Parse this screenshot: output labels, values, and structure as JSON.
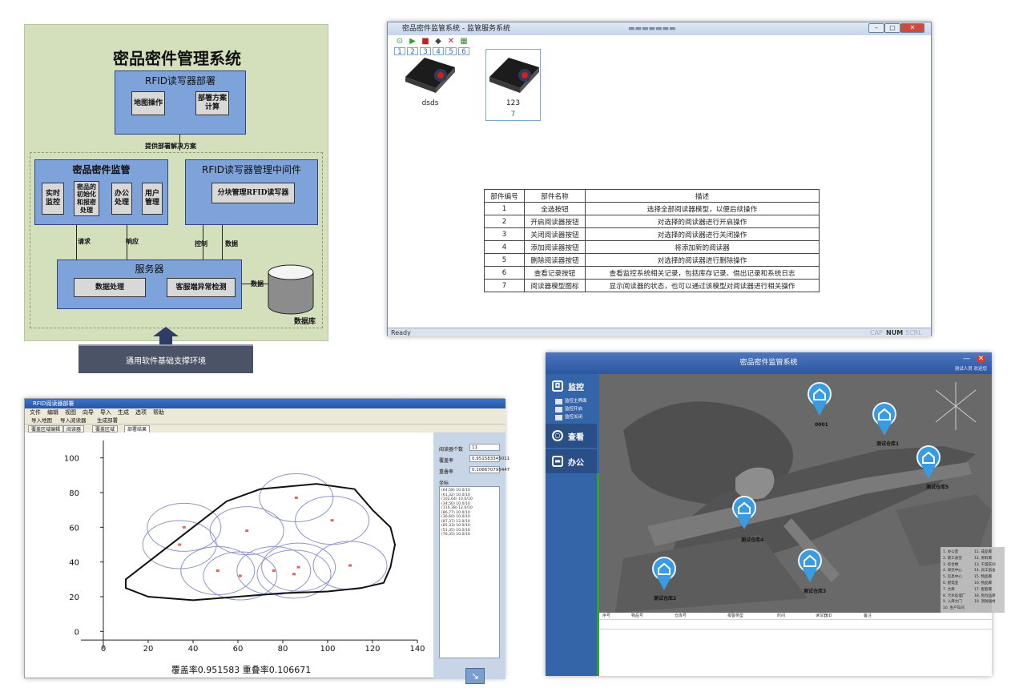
{
  "arch": {
    "title": "密品密件管理系统",
    "rfid_deploy": {
      "title": "RFID读写器部署",
      "map_op": "地图操作",
      "deploy_plan": "部署方案计算"
    },
    "provide_label": "提供部署解决方案",
    "supervise": {
      "title": "密品密件监管",
      "realtime": "实时监控",
      "init": "密品的初始化和报密处理",
      "office": "办公处理",
      "user_mgmt": "用户管理"
    },
    "middleware": {
      "title": "RFID读写器管理中间件",
      "block": "分块管理RFID读写器"
    },
    "labels": {
      "request": "请求",
      "response": "响应",
      "control": "控制",
      "data": "数据",
      "data2": "数据"
    },
    "server": {
      "title": "服务器",
      "process": "数据处理",
      "client_check": "客服端异常检测"
    },
    "db": "数据库",
    "env": "通用软件基础支撑环境"
  },
  "monitor": {
    "title": "密品密件监管系统 - 监管服务系统",
    "taskbar_hint": "▬▬▬▬▬▬▬",
    "toolbar_nums": [
      "1",
      "2",
      "3",
      "4",
      "5",
      "6"
    ],
    "readers": [
      {
        "name": "dsds",
        "num": ""
      },
      {
        "name": "123",
        "num": "7"
      }
    ],
    "table_headers": [
      "部件编号",
      "部件名称",
      "描述"
    ],
    "table_rows": [
      [
        "1",
        "全选按钮",
        "选择全部阅读器模型，以便后续操作"
      ],
      [
        "2",
        "开启阅读器按钮",
        "对选择的阅读器进行开启操作"
      ],
      [
        "3",
        "关闭阅读器按钮",
        "对选择的阅读器进行关闭操作"
      ],
      [
        "4",
        "添加阅读器按钮",
        "将添加新的阅读器"
      ],
      [
        "5",
        "删除阅读器按钮",
        "对选择的阅读器进行删除操作"
      ],
      [
        "6",
        "查看记录按钮",
        "查看监控系统相关记录，包括库存记录、借出记录和系统日志"
      ],
      [
        "7",
        "阅读器模型图标",
        "显示阅读器的状态，也可以通过该模型对阅读器进行相关操作"
      ]
    ],
    "status": "Ready",
    "status_right": [
      "CAP",
      "NUM",
      "SCRL"
    ]
  },
  "plot": {
    "title": "RFID阅读器部署",
    "menu": [
      "文件",
      "编辑",
      "视图",
      "向导",
      "导入",
      "生成",
      "选项",
      "帮助"
    ],
    "toolbar": [
      "导入地图",
      "导入阅读器",
      "生成部署"
    ],
    "tabs": [
      "覆盖区域编辑",
      "阅读器",
      "覆盖区域",
      "部署结果"
    ],
    "side": {
      "count_label": "阅读器个数",
      "count_val": "11",
      "cover_label": "覆盖率",
      "cover_val": "0.951583345011",
      "overlap_label": "重叠率",
      "overlap_val": "0.106670795447",
      "coord_label": "坐标",
      "coords": [
        "(64,58) 10.0/10",
        "(61,32) 10.0/10",
        "(102,64) 10.0/10",
        "(34,50) 10.0/10",
        "(110,38) 12.0/10",
        "(86,77) 10.0/10",
        "(36,60) 10.0/10",
        "(87,37) 12.0/10",
        "(85,33) 10.0/10",
        "(51,35) 10.0/10",
        "(76,35) 10.0/10"
      ]
    },
    "caption": "覆盖率0.951583  重叠率0.106671",
    "chart_data": {
      "type": "scatter",
      "xlim": [
        -10,
        140
      ],
      "ylim": [
        -10,
        110
      ],
      "xticks": [
        0,
        20,
        40,
        60,
        80,
        100,
        120,
        140
      ],
      "yticks": [
        0,
        20,
        40,
        60,
        80,
        100
      ],
      "reader_points": [
        [
          64,
          58
        ],
        [
          61,
          32
        ],
        [
          102,
          64
        ],
        [
          34,
          50
        ],
        [
          110,
          38
        ],
        [
          86,
          77
        ],
        [
          36,
          60
        ],
        [
          87,
          37
        ],
        [
          85,
          33
        ],
        [
          51,
          35
        ],
        [
          76,
          35
        ]
      ],
      "boundary": [
        [
          10,
          30
        ],
        [
          25,
          45
        ],
        [
          40,
          60
        ],
        [
          55,
          75
        ],
        [
          70,
          82
        ],
        [
          95,
          85
        ],
        [
          112,
          82
        ],
        [
          120,
          70
        ],
        [
          128,
          60
        ],
        [
          130,
          50
        ],
        [
          128,
          37
        ],
        [
          125,
          28
        ],
        [
          115,
          25
        ],
        [
          100,
          23
        ],
        [
          80,
          22
        ],
        [
          60,
          20
        ],
        [
          40,
          18
        ],
        [
          20,
          20
        ],
        [
          10,
          25
        ]
      ]
    }
  },
  "map": {
    "title": "密品密件监管系统",
    "user": "测试人员 欢迎您",
    "nav": {
      "monitor": "监控",
      "view": "查看",
      "office": "办公"
    },
    "subitems": [
      "监控主界面",
      "监控开启",
      "监控关闭"
    ],
    "pins": [
      "0001",
      "测试仓库1",
      "测试仓库5",
      "测试仓库4",
      "测试仓库3",
      "测试仓库2"
    ],
    "legend": [
      "1. 办公室",
      "2. 职工食堂",
      "3. 综合楼",
      "4. 研究中心",
      "5. 信息中心",
      "6. 配电室",
      "7. 仓库",
      "8. 污水处理厂",
      "9. 入库大门",
      "10. 生产车间",
      "11. 成品库",
      "12. 原料库",
      "13. 干燥车间",
      "14. 员工宿舍",
      "15. 物品库",
      "16. 物品库",
      "17. 配套库",
      "18. 危险品库",
      "19. 消防器材"
    ],
    "grid_headers": [
      "序号",
      "物品号",
      "仓库号",
      "报警类型",
      "时间",
      "读写器ID",
      "备注"
    ]
  }
}
